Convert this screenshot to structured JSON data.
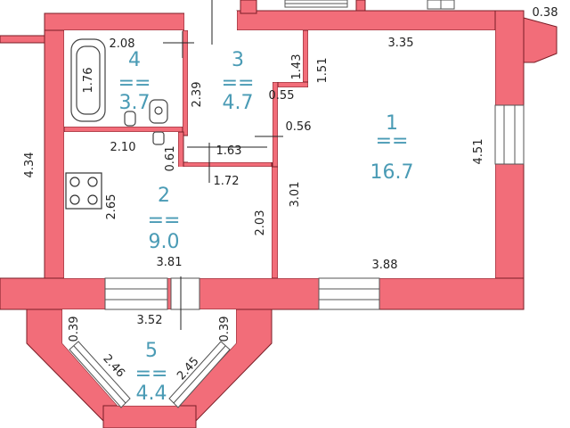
{
  "colors": {
    "wall": "#f26d79",
    "wall_stroke": "#7a1d26",
    "room": "#ffffff",
    "label": "#4a9bb5",
    "text": "#222222",
    "line": "#222222"
  },
  "icons": [
    "bathtub-icon",
    "toilet-icon",
    "sink-icon",
    "stove-icon",
    "window-icon",
    "door-icon"
  ],
  "rooms": [
    {
      "number": "1",
      "area": "16.7"
    },
    {
      "number": "2",
      "area": "9.0"
    },
    {
      "number": "3",
      "area": "4.7"
    },
    {
      "number": "4",
      "area": "3.7"
    },
    {
      "number": "5",
      "area": "4.4"
    }
  ],
  "dimensions": [
    "2.08",
    "1.76",
    "2.39",
    "1.43",
    "0.55",
    "1.51",
    "3.35",
    "0.38",
    "4.34",
    "2.10",
    "0.61",
    "1.63",
    "0.56",
    "1.72",
    "2.65",
    "2.03",
    "3.01",
    "4.51",
    "3.81",
    "3.88",
    "3.52",
    "0.39",
    "0.39",
    "2.46",
    "2.45"
  ]
}
